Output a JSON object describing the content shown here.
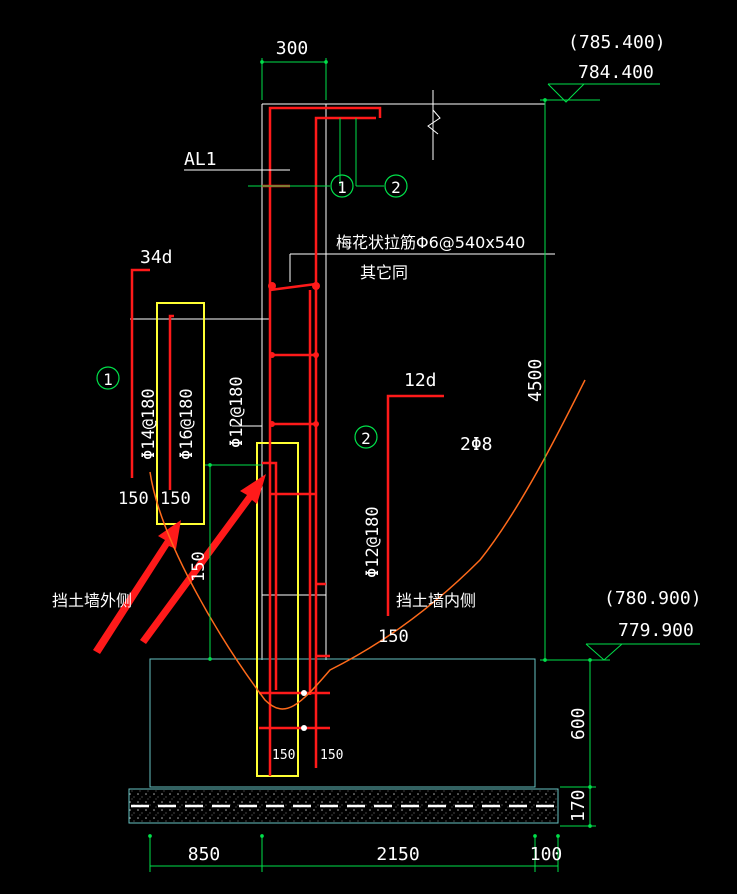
{
  "colors": {
    "background": "#000000",
    "rebar": "#ff1a1a",
    "dimension": "#00e04a",
    "outline": "#ffffff",
    "concrete": "#66c2c2",
    "highlight": "#ffff33",
    "circle_label": "#00e04a",
    "annotation_curve": "#ff6a1a"
  },
  "dims": {
    "top_width": "300",
    "height_4500": "4500",
    "height_600": "600",
    "height_170": "170",
    "bottom_850": "850",
    "bottom_2150": "2150",
    "bottom_100": "100"
  },
  "elevations": {
    "top_design": "(785.400)",
    "top_struct": "784.400",
    "bottom_design": "(780.900)",
    "bottom_struct": "779.900"
  },
  "labels": {
    "al1": "AL1",
    "tie_bar": "梅花状拉筋Φ6@540x540",
    "tie_bar_other": "其它同",
    "anchor_34d": "34d",
    "anchor_12d": "12d",
    "bar_outer_14": "Φ14@180",
    "bar_outer_16": "Φ16@180",
    "bar_middle_12": "Φ12@180",
    "bar_inner_12": "Φ12@180",
    "bar_2phi8": "2Φ8",
    "len_150_a": "150",
    "len_150_b": "150",
    "len_150_c": "150",
    "len_150_d": "150",
    "len_150_e": "150",
    "len_150_f": "150",
    "outer_side": "挡土墙外侧",
    "inner_side": "挡土墙内侧",
    "circle_1": "1",
    "circle_2": "2"
  }
}
